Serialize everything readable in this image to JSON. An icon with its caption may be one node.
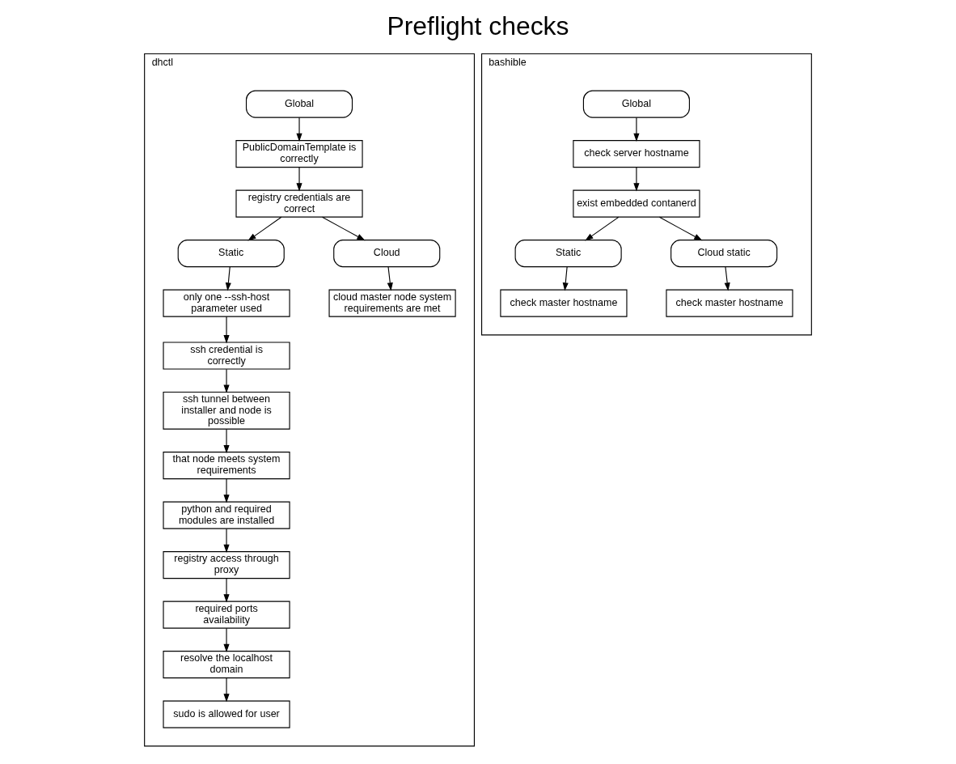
{
  "diagram": {
    "title": "Preflight checks",
    "nodes": [
      {
        "text": [
          "dhctl"
        ]
      },
      {
        "text": [
          "Global"
        ],
        "in": 0
      },
      {
        "text": [
          "PublicDomainTemplate is correctly"
        ],
        "in": 0
      },
      {
        "text": [
          "registry credentials are correct"
        ],
        "in": 0
      },
      {
        "text": [
          "Static"
        ],
        "in": 0
      },
      {
        "text": [
          "Cloud"
        ],
        "in": 0
      },
      {
        "text": [
          "only one --ssh-host parameter used"
        ],
        "in": 0
      },
      {
        "text": [
          "cloud master node system requirements are met"
        ],
        "in": 0
      },
      {
        "text": [
          "ssh credential is correctly"
        ],
        "in": 0
      },
      {
        "text": [
          "ssh tunnel between installer and node is possible"
        ],
        "in": 0
      },
      {
        "text": [
          "that node meets system requirements"
        ],
        "in": 0
      },
      {
        "text": [
          "python and required modules are installed"
        ],
        "in": 0
      },
      {
        "text": [
          "registry access through proxy"
        ],
        "in": 0
      },
      {
        "text": [
          "required ports availability"
        ],
        "in": 0
      },
      {
        "text": [
          "resolve the localhost domain"
        ],
        "in": 0
      },
      {
        "text": [
          "sudo is allowed for user"
        ],
        "in": 0
      },
      {
        "text": [
          "bashible"
        ]
      },
      {
        "text": [
          "Global"
        ],
        "in": 16
      },
      {
        "text": [
          "check server hostname"
        ],
        "in": 16
      },
      {
        "text": [
          "exist embedded contanerd"
        ],
        "in": 16
      },
      {
        "text": [
          "Static"
        ],
        "in": 16
      },
      {
        "text": [
          "Cloud static"
        ],
        "in": 16
      },
      {
        "text": [
          "check master hostname"
        ],
        "in": 16
      },
      {
        "text": [
          "check master hostname"
        ],
        "in": 16
      }
    ],
    "edges": [
      {
        "from": 1,
        "to": 2,
        "arrow": "to"
      },
      {
        "from": 2,
        "to": 3,
        "arrow": "to"
      },
      {
        "from": 3,
        "to": 4,
        "arrow": "to"
      },
      {
        "from": 3,
        "to": 5,
        "arrow": "to"
      },
      {
        "from": 4,
        "to": 6,
        "arrow": "to"
      },
      {
        "from": 5,
        "to": 7,
        "arrow": "to"
      },
      {
        "from": 6,
        "to": 8,
        "arrow": "to"
      },
      {
        "from": 8,
        "to": 9,
        "arrow": "to"
      },
      {
        "from": 9,
        "to": 10,
        "arrow": "to"
      },
      {
        "from": 10,
        "to": 11,
        "arrow": "to"
      },
      {
        "from": 11,
        "to": 12,
        "arrow": "to"
      },
      {
        "from": 12,
        "to": 13,
        "arrow": "to"
      },
      {
        "from": 13,
        "to": 14,
        "arrow": "to"
      },
      {
        "from": 14,
        "to": 15,
        "arrow": "to"
      },
      {
        "from": 17,
        "to": 18,
        "arrow": "to"
      },
      {
        "from": 18,
        "to": 19,
        "arrow": "to"
      },
      {
        "from": 19,
        "to": 20,
        "arrow": "to"
      },
      {
        "from": 19,
        "to": 21,
        "arrow": "to"
      },
      {
        "from": 20,
        "to": 22,
        "arrow": "to"
      },
      {
        "from": 21,
        "to": 23,
        "arrow": "to"
      }
    ]
  }
}
